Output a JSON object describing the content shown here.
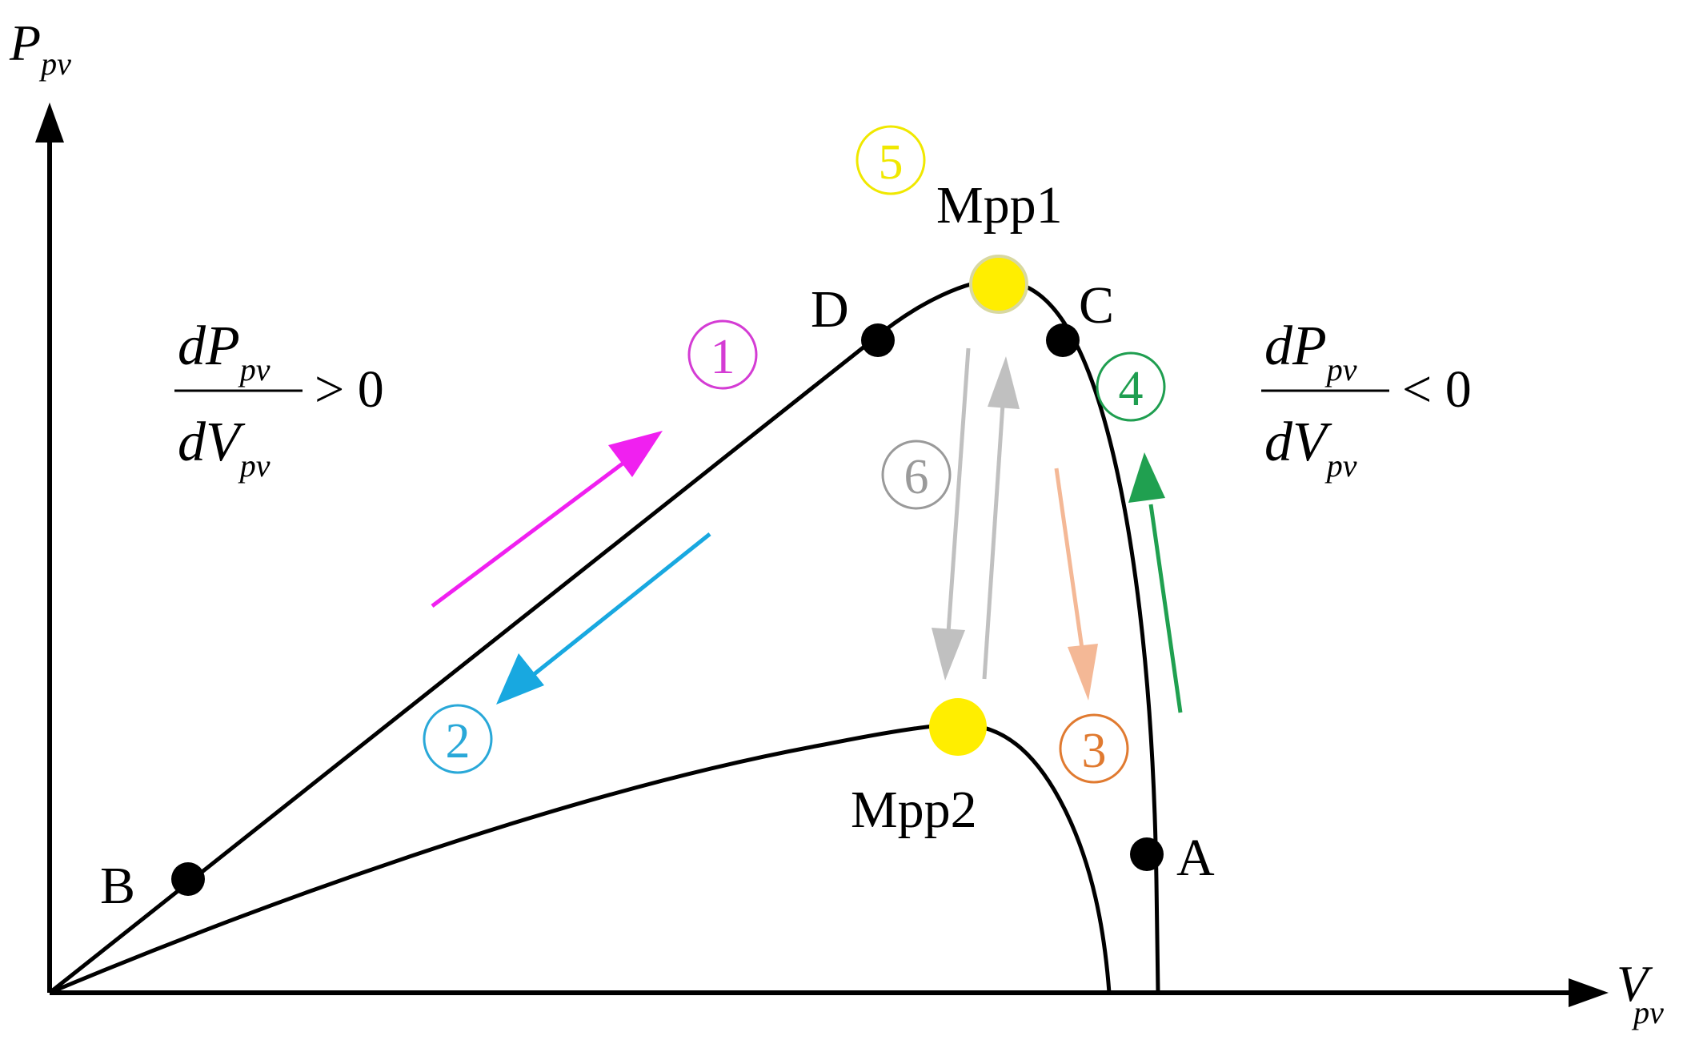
{
  "axes": {
    "y_label_main": "P",
    "y_label_sub": "pv",
    "x_label_main": "V",
    "x_label_sub": "pv"
  },
  "left_condition": {
    "num_main": "dP",
    "num_sub": "pv",
    "den_main": "dV",
    "den_sub": "pv",
    "relation": "> 0"
  },
  "right_condition": {
    "num_main": "dP",
    "num_sub": "pv",
    "den_main": "dV",
    "den_sub": "pv",
    "relation": "< 0"
  },
  "points": {
    "A": "A",
    "B": "B",
    "C": "C",
    "D": "D",
    "mpp1": "Mpp1",
    "mpp2": "Mpp2"
  },
  "steps": [
    {
      "label": "1",
      "color": "#d43cd4"
    },
    {
      "label": "2",
      "color": "#29a8d8"
    },
    {
      "label": "3",
      "color": "#e07a30"
    },
    {
      "label": "4",
      "color": "#1f9e50"
    },
    {
      "label": "5",
      "color": "#f0e800"
    },
    {
      "label": "6",
      "color": "#9a9a9a"
    }
  ],
  "colors": {
    "curve": "#000000",
    "mpp_fill": "#ffee00",
    "arrow_magenta": "#f020f0",
    "arrow_cyan": "#18a8e0",
    "arrow_orange": "#f4b896",
    "arrow_green": "#20a050",
    "arrow_gray": "#c0c0c0"
  }
}
